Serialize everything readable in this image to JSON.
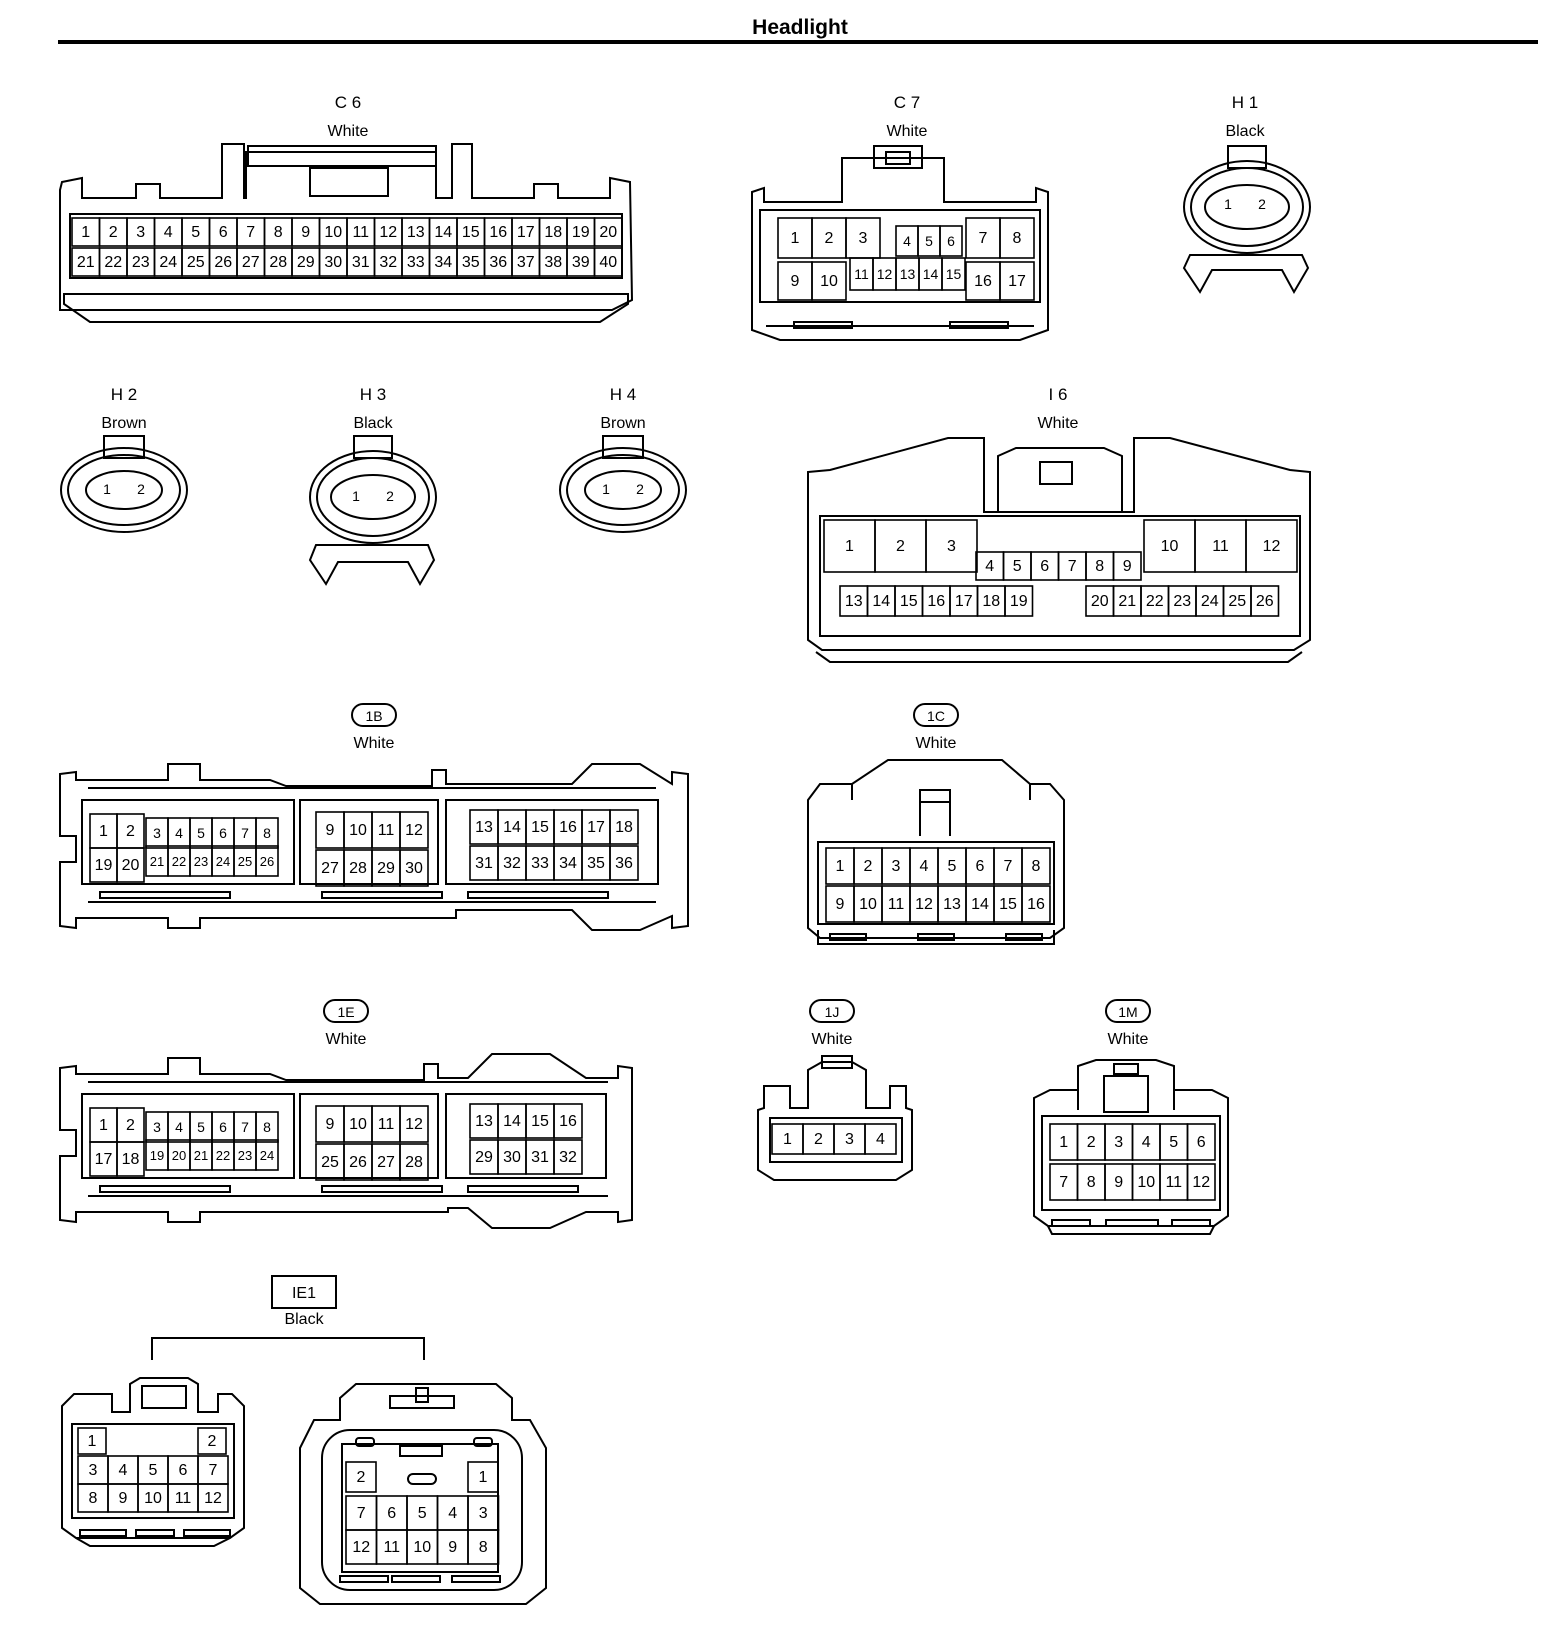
{
  "page": {
    "title": "Headlight"
  },
  "connectors": {
    "C6": {
      "id": "C 6",
      "color": "White"
    },
    "C7": {
      "id": "C 7",
      "color": "White"
    },
    "H1": {
      "id": "H 1",
      "color": "Black"
    },
    "H2": {
      "id": "H 2",
      "color": "Brown"
    },
    "H3": {
      "id": "H 3",
      "color": "Black"
    },
    "H4": {
      "id": "H 4",
      "color": "Brown"
    },
    "I6": {
      "id": "I 6",
      "color": "White"
    },
    "1B": {
      "id": "1B",
      "color": "White"
    },
    "1C": {
      "id": "1C",
      "color": "White"
    },
    "1E": {
      "id": "1E",
      "color": "White"
    },
    "1J": {
      "id": "1J",
      "color": "White"
    },
    "1M": {
      "id": "1M",
      "color": "White"
    },
    "IE1": {
      "id": "IE1",
      "color": "Black"
    }
  },
  "pins": {
    "C6_row1": [
      "1",
      "2",
      "3",
      "4",
      "5",
      "6",
      "7",
      "8",
      "9",
      "10",
      "11",
      "12",
      "13",
      "14",
      "15",
      "16",
      "17",
      "18",
      "19",
      "20"
    ],
    "C6_row2": [
      "21",
      "22",
      "23",
      "24",
      "25",
      "26",
      "27",
      "28",
      "29",
      "30",
      "31",
      "32",
      "33",
      "34",
      "35",
      "36",
      "37",
      "38",
      "39",
      "40"
    ],
    "C7_top": [
      "1",
      "2",
      "3",
      "4",
      "5",
      "6",
      "7",
      "8"
    ],
    "C7_bottom": [
      "9",
      "10",
      "11",
      "12",
      "13",
      "14",
      "15",
      "16",
      "17"
    ],
    "H1": [
      "1",
      "2"
    ],
    "H2": [
      "1",
      "2"
    ],
    "H3": [
      "1",
      "2"
    ],
    "H4": [
      "1",
      "2"
    ],
    "I6_big_left": [
      "1",
      "2",
      "3"
    ],
    "I6_big_right": [
      "10",
      "11",
      "12"
    ],
    "I6_mid": [
      "4",
      "5",
      "6",
      "7",
      "8",
      "9"
    ],
    "I6_bottom_left": [
      "13",
      "14",
      "15",
      "16",
      "17",
      "18",
      "19"
    ],
    "I6_bottom_right": [
      "20",
      "21",
      "22",
      "23",
      "24",
      "25",
      "26"
    ],
    "1B_A_row1": [
      "1",
      "2",
      "3",
      "4",
      "5",
      "6",
      "7",
      "8"
    ],
    "1B_A_row2": [
      "19",
      "20",
      "21",
      "22",
      "23",
      "24",
      "25",
      "26"
    ],
    "1B_B_row1": [
      "9",
      "10",
      "11",
      "12"
    ],
    "1B_B_row2": [
      "27",
      "28",
      "29",
      "30"
    ],
    "1B_C_row1": [
      "13",
      "14",
      "15",
      "16",
      "17",
      "18"
    ],
    "1B_C_row2": [
      "31",
      "32",
      "33",
      "34",
      "35",
      "36"
    ],
    "1C_row1": [
      "1",
      "2",
      "3",
      "4",
      "5",
      "6",
      "7",
      "8"
    ],
    "1C_row2": [
      "9",
      "10",
      "11",
      "12",
      "13",
      "14",
      "15",
      "16"
    ],
    "1E_A_row1": [
      "1",
      "2",
      "3",
      "4",
      "5",
      "6",
      "7",
      "8"
    ],
    "1E_A_row2": [
      "17",
      "18",
      "19",
      "20",
      "21",
      "22",
      "23",
      "24"
    ],
    "1E_B_row1": [
      "9",
      "10",
      "11",
      "12"
    ],
    "1E_B_row2": [
      "25",
      "26",
      "27",
      "28"
    ],
    "1E_C_row1": [
      "13",
      "14",
      "15",
      "16"
    ],
    "1E_C_row2": [
      "29",
      "30",
      "31",
      "32"
    ],
    "1J": [
      "1",
      "2",
      "3",
      "4"
    ],
    "1M_row1": [
      "1",
      "2",
      "3",
      "4",
      "5",
      "6"
    ],
    "1M_row2": [
      "7",
      "8",
      "9",
      "10",
      "11",
      "12"
    ],
    "IE1_left": [
      "1",
      "2",
      "3",
      "4",
      "5",
      "6",
      "7",
      "8",
      "9",
      "10",
      "11",
      "12"
    ],
    "IE1_right_top": [
      "2",
      "1"
    ],
    "IE1_right_row2": [
      "7",
      "6",
      "5",
      "4",
      "3"
    ],
    "IE1_right_row3": [
      "12",
      "11",
      "10",
      "9",
      "8"
    ]
  }
}
